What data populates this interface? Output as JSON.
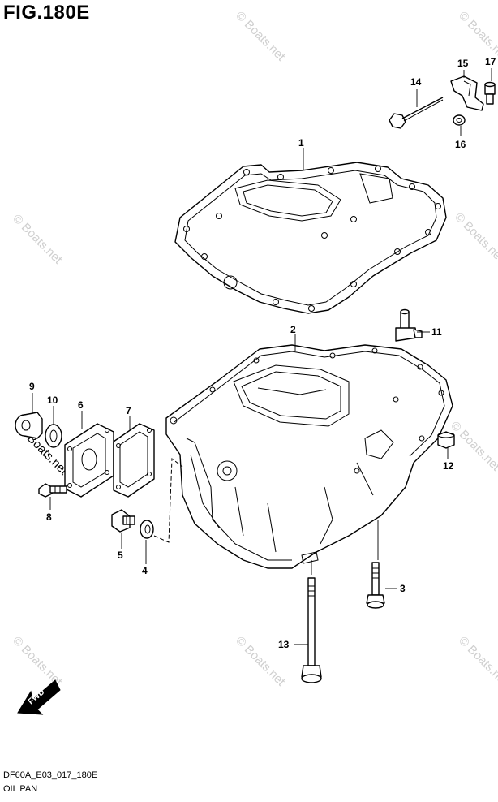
{
  "figure": {
    "title": "FIG.180E",
    "code": "DF60A_E03_017_180E",
    "name": "OIL PAN"
  },
  "watermark": "© Boats.net",
  "fwd_label": "FWD",
  "callouts": [
    {
      "id": "c1",
      "number": "1"
    },
    {
      "id": "c2",
      "number": "2"
    },
    {
      "id": "c3",
      "number": "3"
    },
    {
      "id": "c4",
      "number": "4"
    },
    {
      "id": "c5",
      "number": "5"
    },
    {
      "id": "c6",
      "number": "6"
    },
    {
      "id": "c7",
      "number": "7"
    },
    {
      "id": "c8",
      "number": "8"
    },
    {
      "id": "c9",
      "number": "9"
    },
    {
      "id": "c10",
      "number": "10"
    },
    {
      "id": "c11",
      "number": "11"
    },
    {
      "id": "c12",
      "number": "12"
    },
    {
      "id": "c13",
      "number": "13"
    },
    {
      "id": "c14",
      "number": "14"
    },
    {
      "id": "c15",
      "number": "15"
    },
    {
      "id": "c16",
      "number": "16"
    },
    {
      "id": "c17",
      "number": "17"
    }
  ]
}
